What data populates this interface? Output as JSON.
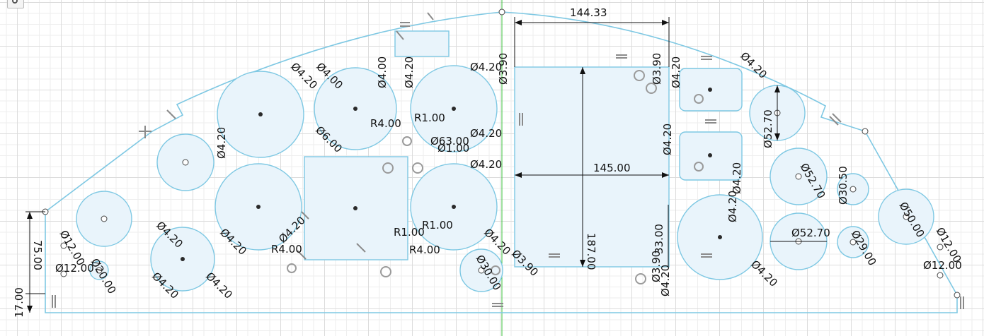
{
  "colors": {
    "profile": "#7ec8e3",
    "profile_fill": "#e9f4fb",
    "center_point": "#2a2a2a",
    "dimension": "#111111",
    "axis": "#3cc03c",
    "grid_major": "#dcdcdc",
    "grid_minor": "#eeeeee"
  },
  "icons": [
    "constraint-glyph-icon",
    "center-point-icon",
    "view-toggle-icon"
  ],
  "dimensions": {
    "width_top": "144.33",
    "width_mid": "145.00",
    "height_rect": "187.00",
    "base_height": "75.00",
    "base_offset": "17.00",
    "height_lower": "33.00",
    "dia_large": "Ø52.70",
    "dia_50": "Ø50.00",
    "dia_30_50": "Ø30.50",
    "dia_29": "Ø29.00",
    "dia_30": "Ø30.00",
    "dia_20": "Ø20.00",
    "dia_12": "Ø12.00",
    "dia_6": "Ø6.00",
    "dia_4_20": "Ø4.20",
    "dia_4": "Ø4.00",
    "dia_3_90": "Ø3.90",
    "r_4": "R4.00",
    "r_1": "R1.00",
    "dia_63": "Ø63.00",
    "dia_1": "Ø1.00"
  }
}
